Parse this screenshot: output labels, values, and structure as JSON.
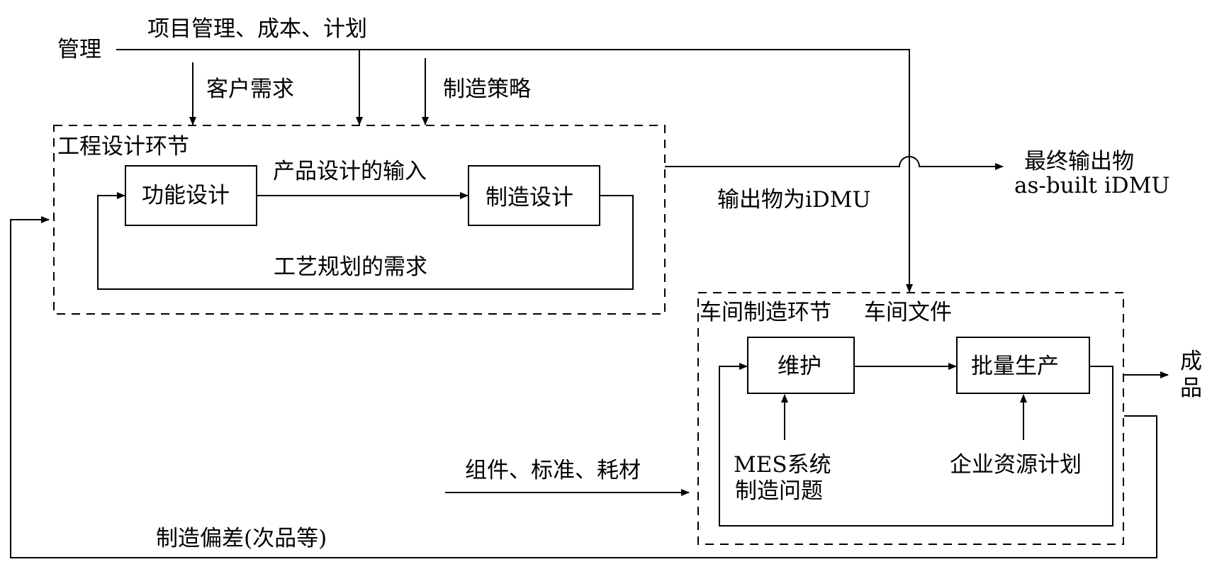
{
  "management": {
    "label": "管理",
    "top_inputs": "项目管理、成本、计划",
    "customer_needs": "客户需求",
    "manufacturing_strategy": "制造策略"
  },
  "engineering": {
    "title": "工程设计环节",
    "functional_design": "功能设计",
    "manufacturing_design": "制造设计",
    "design_input": "产品设计的输入",
    "process_planning_needs": "工艺规划的需求"
  },
  "outputs": {
    "output_idmu": "输出物为iDMU",
    "final_output_line1": "最终输出物",
    "final_output_line2": "as-built iDMU"
  },
  "shop_floor": {
    "title": "车间制造环节",
    "documents": "车间文件",
    "maintenance": "维护",
    "mass_production": "批量生产",
    "mes_line1": "MES系统",
    "mes_line2": "制造问题",
    "erp": "企业资源计划",
    "product_char1": "成",
    "product_char2": "品"
  },
  "inputs": {
    "components": "组件、标准、耗材"
  },
  "feedback": {
    "deviation": "制造偏差(次品等)"
  }
}
